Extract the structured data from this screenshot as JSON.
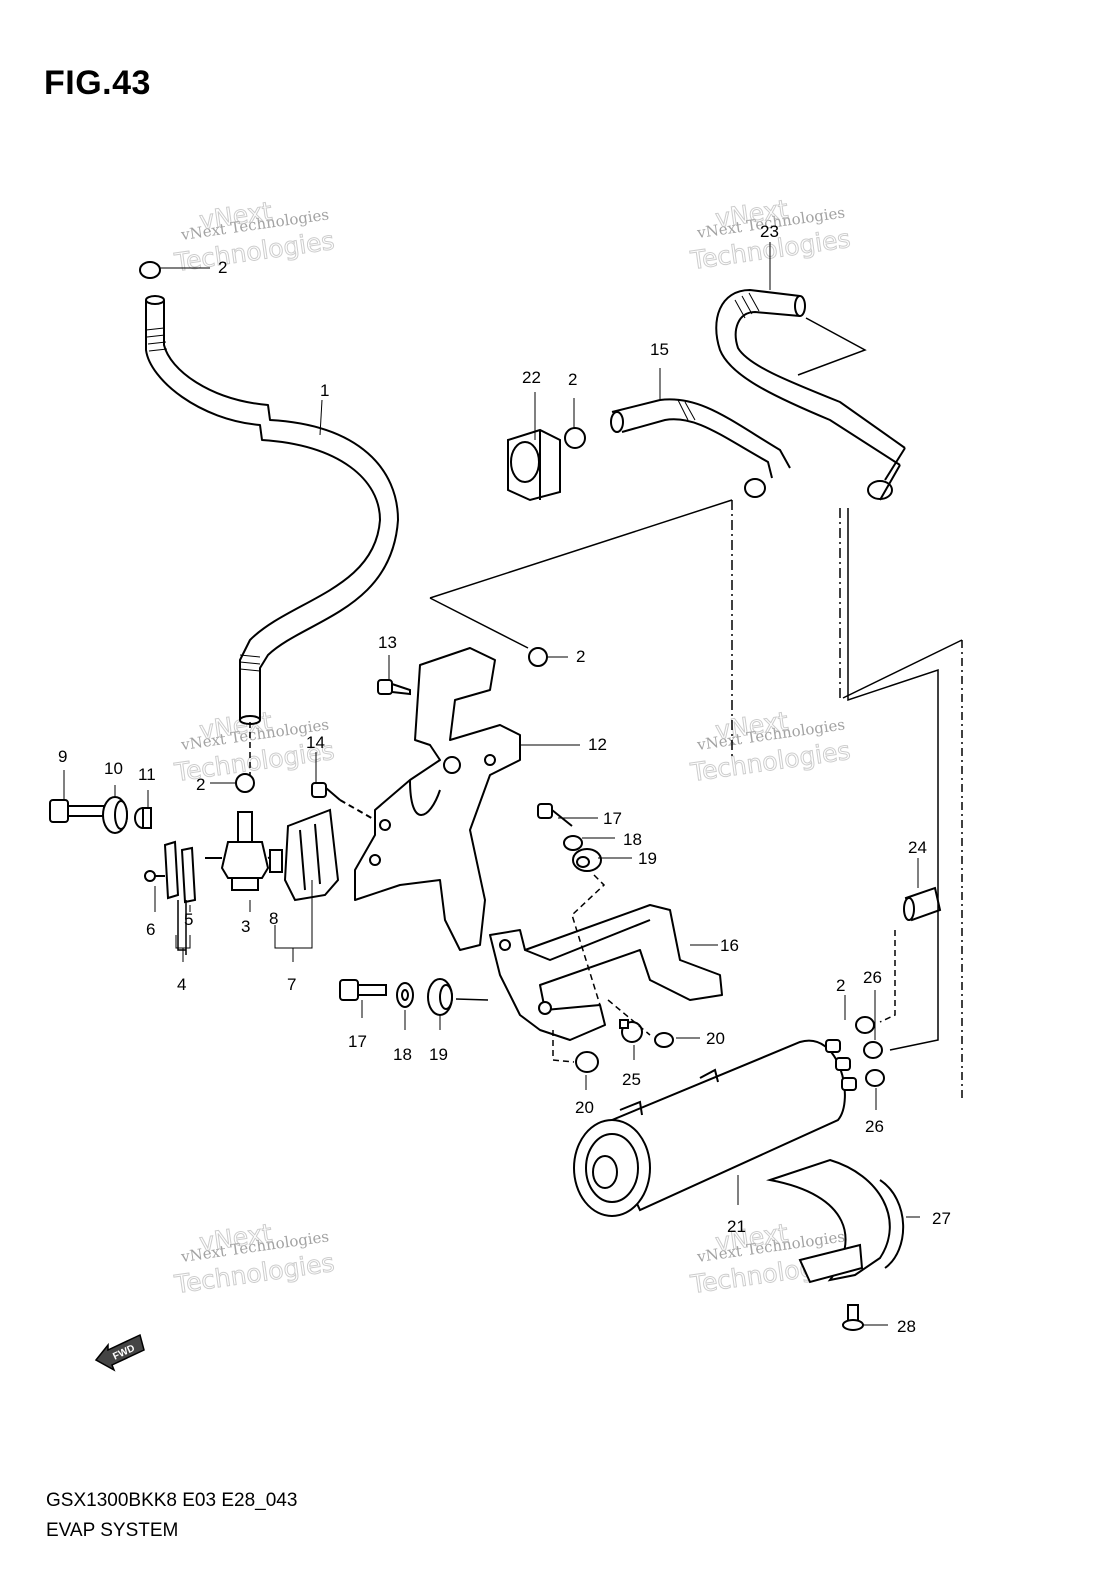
{
  "figure": {
    "title": "FIG.43"
  },
  "footer": {
    "code": "GSX1300BKK8 E03 E28_043",
    "name": "EVAP SYSTEM"
  },
  "fwd_label": "FWD",
  "watermark": {
    "line1": "vNext Technologies",
    "line2": "vNext",
    "line3": "Technologies"
  },
  "callouts": {
    "c1": "1",
    "c2a": "2",
    "c2b": "2",
    "c2c": "2",
    "c2d": "2",
    "c2e": "2",
    "c3": "3",
    "c4": "4",
    "c5": "5",
    "c6": "6",
    "c7": "7",
    "c8": "8",
    "c9": "9",
    "c10": "10",
    "c11": "11",
    "c12": "12",
    "c13": "13",
    "c14": "14",
    "c15": "15",
    "c16": "16",
    "c17a": "17",
    "c17b": "17",
    "c18a": "18",
    "c18b": "18",
    "c19a": "19",
    "c19b": "19",
    "c20a": "20",
    "c20b": "20",
    "c21": "21",
    "c22": "22",
    "c23": "23",
    "c24": "24",
    "c25": "25",
    "c26a": "26",
    "c26b": "26",
    "c27": "27",
    "c28": "28"
  }
}
